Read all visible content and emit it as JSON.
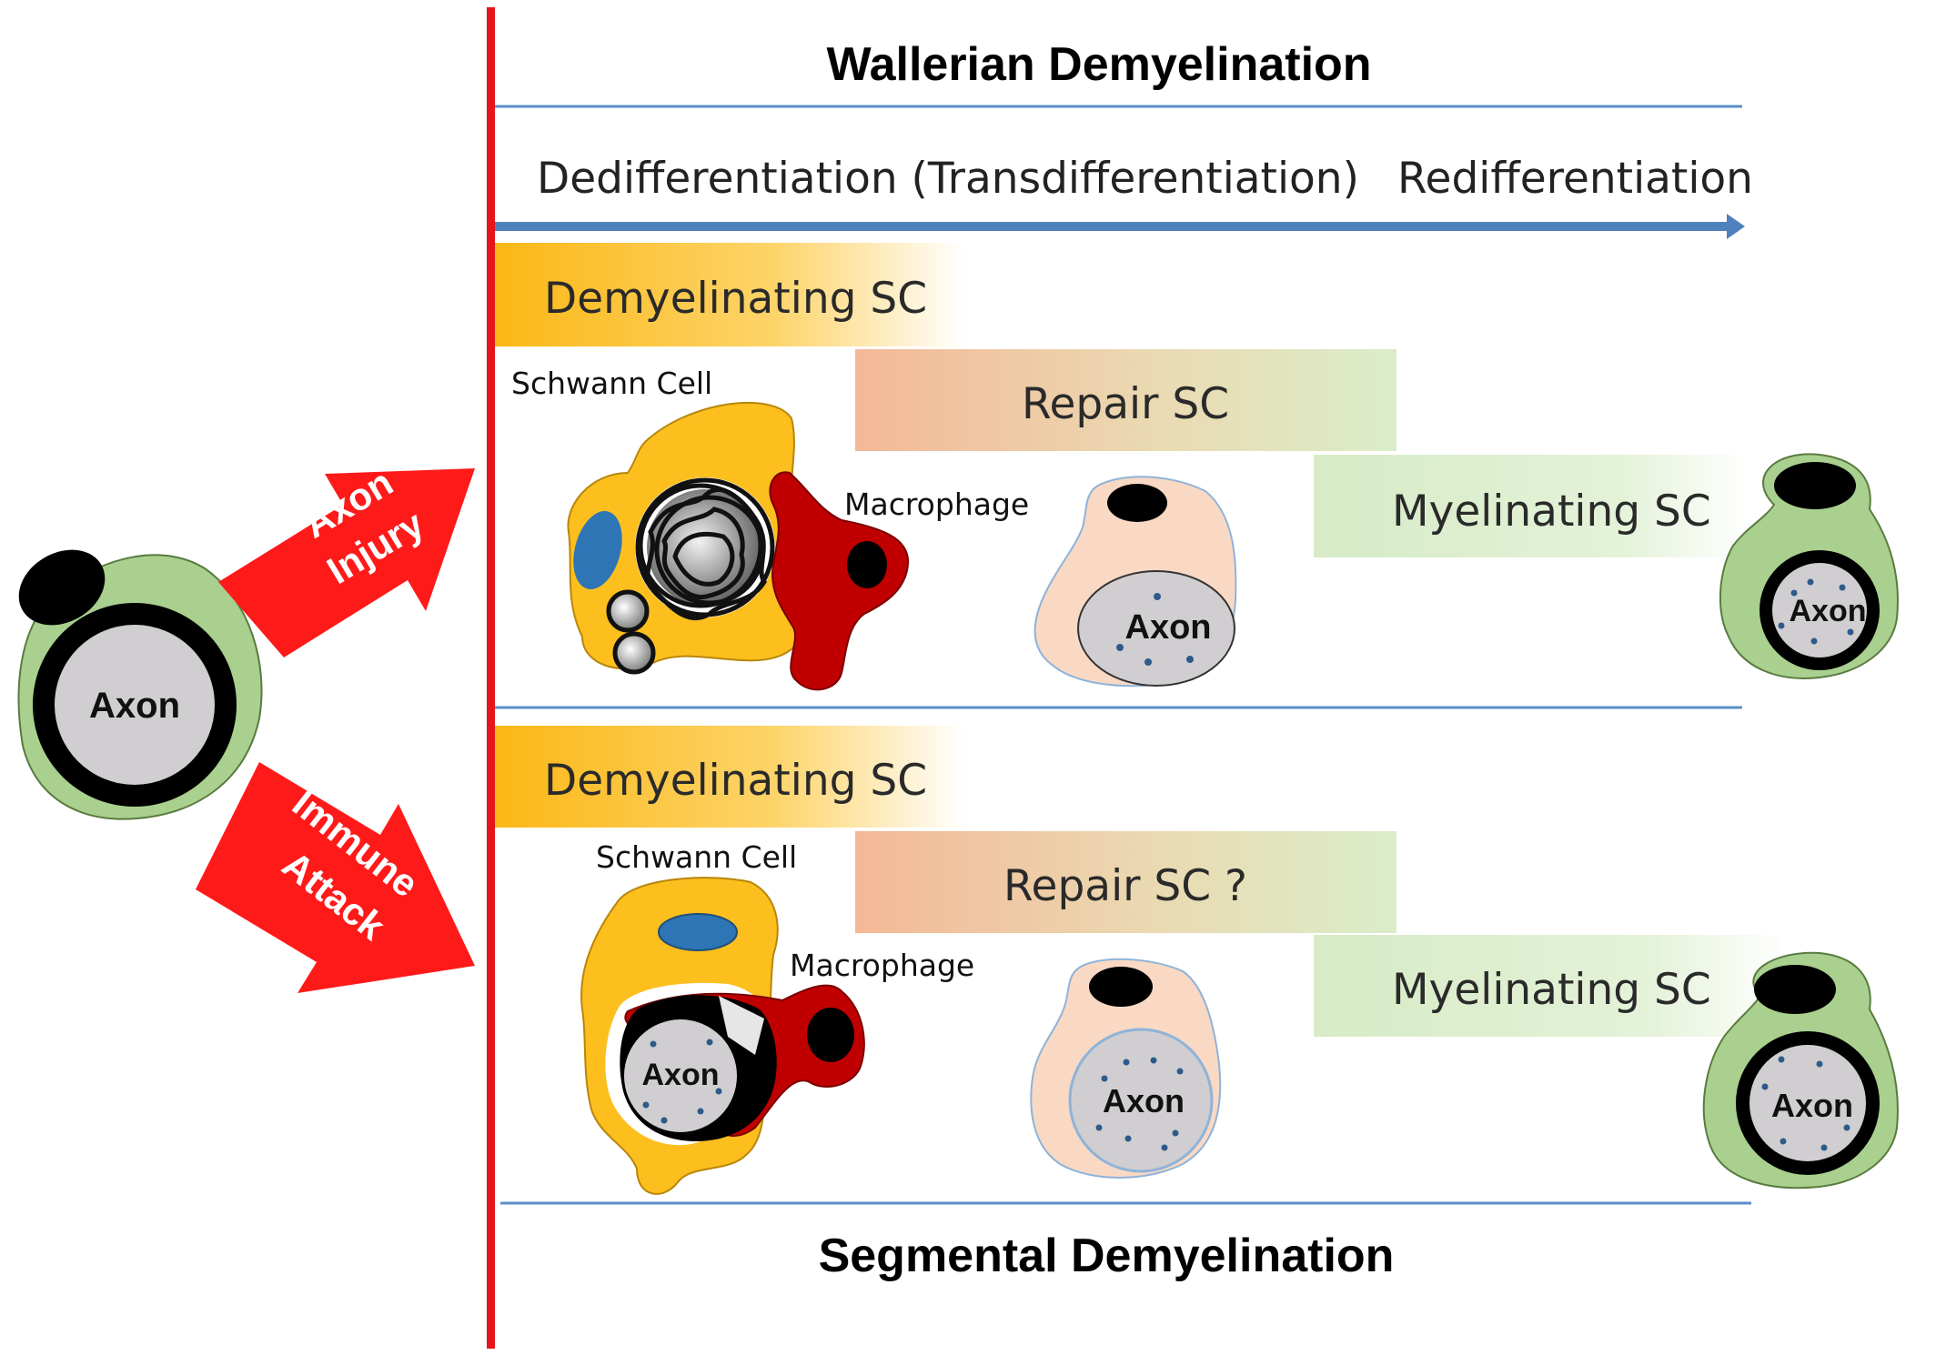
{
  "titles": {
    "top": "Wallerian Demyelination",
    "bottom": "Segmental Demyelination"
  },
  "phases": {
    "left": "Dedifferentiation (Transdifferentiation)",
    "right": "Redifferentiation"
  },
  "triggers": {
    "injury_line1": "Axon",
    "injury_line2": "Injury",
    "immune_line1": "Immune",
    "immune_line2": "Attack"
  },
  "wallerian": {
    "demyelinating": "Demyelinating SC",
    "repair": "Repair SC",
    "myelinating": "Myelinating SC",
    "schwann_cell": "Schwann Cell",
    "macrophage": "Macrophage"
  },
  "segmental": {
    "demyelinating": "Demyelinating SC",
    "repair": "Repair SC ?",
    "myelinating": "Myelinating SC",
    "schwann_cell": "Schwann Cell",
    "macrophage": "Macrophage"
  },
  "axon_label": "Axon",
  "colors": {
    "timeline": "#e8141b",
    "trigger_arrow": "#ff1a1a",
    "separator": "#5b8fc7",
    "progress_arrow": "#4f81bd",
    "demyelinating": "#fdb813",
    "repair": "#f4b896",
    "myelinating": "#d8ecc6",
    "schwann_yellow": "#fcbf1e",
    "macrophage_red": "#c00000",
    "myelin_green": "#a9d08e",
    "axon_grey": "#d0ced0",
    "nucleus_blue": "#2e75b6"
  }
}
